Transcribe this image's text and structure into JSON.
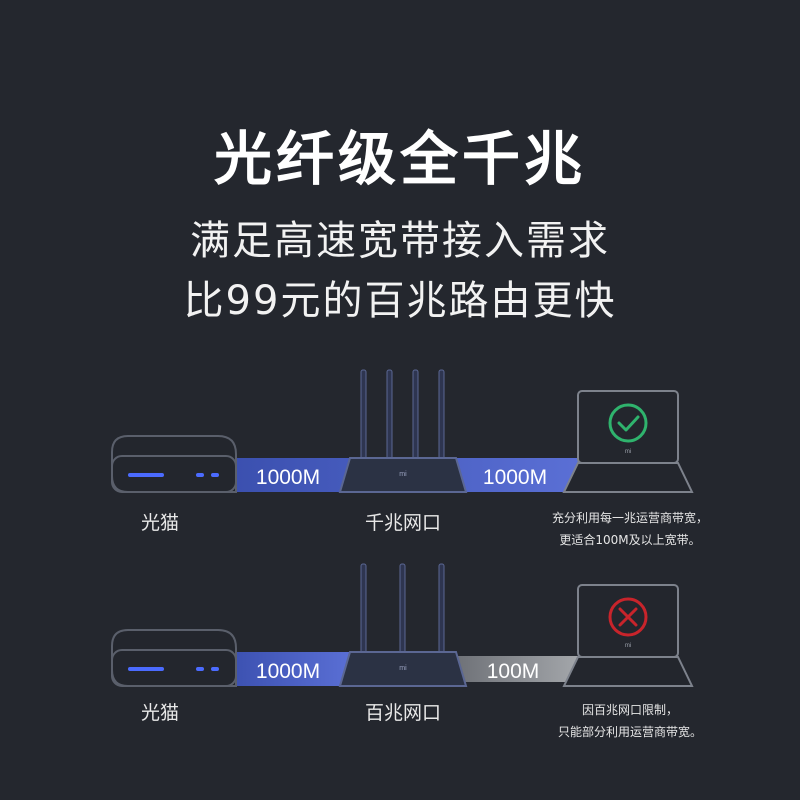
{
  "headline": {
    "title": "光纤级全千兆",
    "line1": "满足高速宽带接入需求",
    "line2": "比99元的百兆路由更快"
  },
  "scenario_gigabit": {
    "modem_label": "光猫",
    "router_label": "千兆网口",
    "link1_speed": "1000M",
    "link2_speed": "1000M",
    "router_logo": "mi",
    "status_icon": "check-icon",
    "note_line1": "充分利用每一兆运营商带宽，",
    "note_line2": "更适合100M及以上宽带。"
  },
  "scenario_100m": {
    "modem_label": "光猫",
    "router_label": "百兆网口",
    "link1_speed": "1000M",
    "link2_speed": "100M",
    "router_logo": "mi",
    "status_icon": "cross-icon",
    "note_line1": "因百兆网口限制，",
    "note_line2": "只能部分利用运营商带宽。"
  },
  "colors": {
    "background": "#24272e",
    "link_blue": "#4a5fbd",
    "link_gray": "#8a8d92",
    "check_green": "#2fb36d",
    "cross_red": "#c8242b"
  }
}
